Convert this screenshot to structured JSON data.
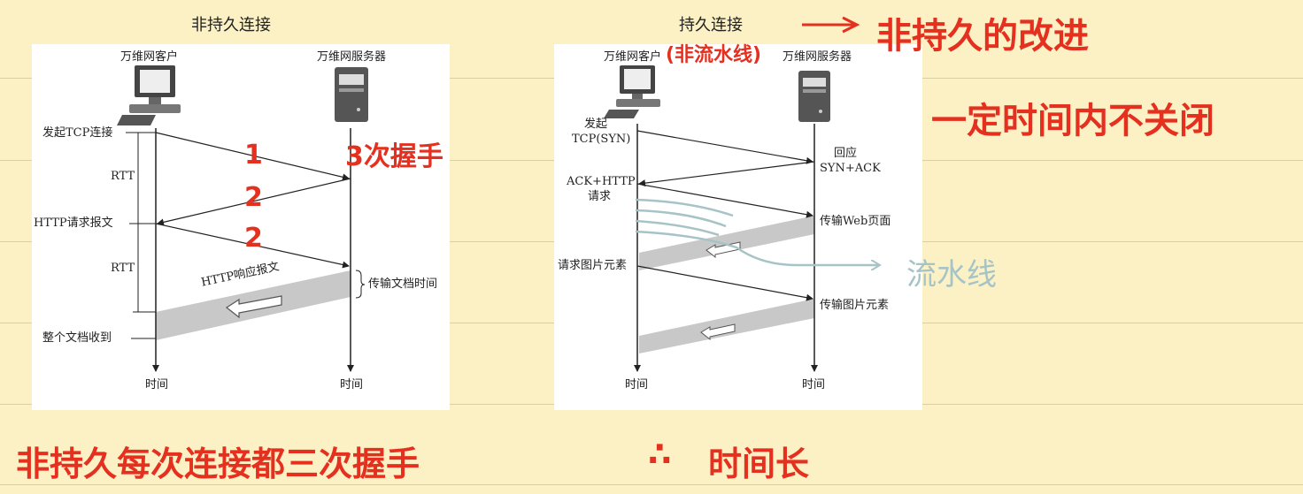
{
  "left_diagram": {
    "caption": "非持久连接",
    "client_label": "万维网客户",
    "server_label": "万维网服务器",
    "labels": {
      "start_tcp": "发起TCP连接",
      "rtt_1": "RTT",
      "http_request": "HTTP请求报文",
      "rtt_2": "RTT",
      "http_response": "HTTP响应报文",
      "doc_transfer_time": "传输文档时间",
      "whole_doc_received": "整个文档收到",
      "time_client": "时间",
      "time_server": "时间"
    }
  },
  "right_diagram": {
    "caption": "持久连接",
    "client_label": "万维网客户",
    "server_label": "万维网服务器",
    "labels": {
      "start": "发起",
      "tcp_syn": "TCP(SYN)",
      "reply": "回应",
      "syn_ack": "SYN+ACK",
      "ack_http": "ACK+HTTP",
      "request": "请求",
      "transfer_web": "传输Web页面",
      "request_image": "请求图片元素",
      "transfer_image": "传输图片元素",
      "time_client": "时间",
      "time_server": "时间"
    }
  },
  "annotations": {
    "n1": "1",
    "n2": "2",
    "n3": "2",
    "three_way": "3次握手",
    "non_pipeline": "(非流水线)",
    "non_persistent_improve": "非持久的改进",
    "not_closed": "一定时间内不关闭",
    "pipeline": "流水线",
    "bottom_note": "非持久每次连接都三次握手",
    "therefore": "∴",
    "time_long": "时间长"
  },
  "colors": {
    "paper": "#fbf1c5",
    "ink_red": "#e5301f",
    "ink_teal": "#a6c3c6",
    "band_gray": "#c8c8c8"
  }
}
